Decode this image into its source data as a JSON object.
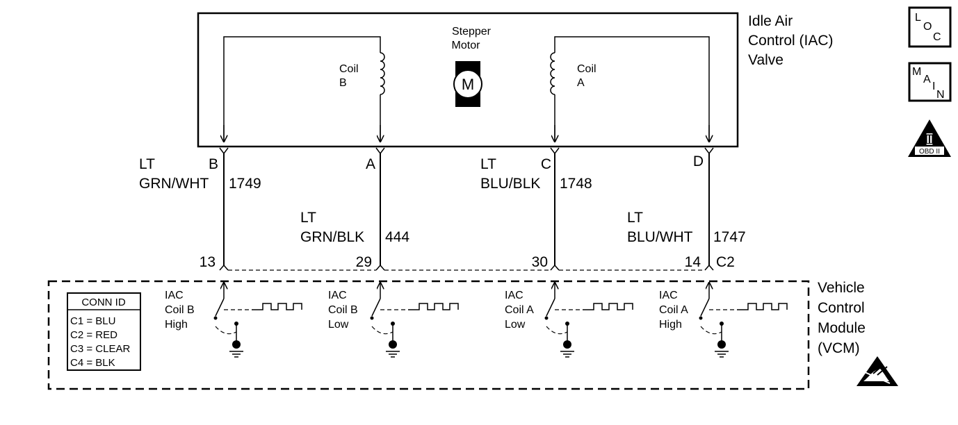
{
  "iac_valve": {
    "title_lines": [
      "Idle Air",
      "Control (IAC)",
      "Valve"
    ],
    "motor": {
      "label_lines": [
        "Stepper",
        "Motor"
      ],
      "symbol": "M"
    },
    "coil_b": [
      "Coil",
      "B"
    ],
    "coil_a": [
      "Coil",
      "A"
    ]
  },
  "icons": {
    "loc": [
      "L",
      "O",
      "C"
    ],
    "main": [
      "M",
      "A",
      "I",
      "N"
    ],
    "obd": {
      "numeral": "II",
      "label": "OBD II"
    }
  },
  "wires": [
    {
      "pin": "B",
      "color_lines": [
        "LT",
        "GRN/WHT"
      ],
      "circuit": "1749",
      "vcm_pin": "13"
    },
    {
      "pin": "A",
      "color_lines": [
        "LT",
        "GRN/BLK"
      ],
      "circuit": "444",
      "vcm_pin": "29"
    },
    {
      "pin": "C",
      "color_lines": [
        "LT",
        "BLU/BLK"
      ],
      "circuit": "1748",
      "vcm_pin": "30"
    },
    {
      "pin": "D",
      "color_lines": [
        "LT",
        "BLU/WHT"
      ],
      "circuit": "1747",
      "vcm_pin": "14"
    }
  ],
  "vcm_connector": "C2",
  "vcm": {
    "title_lines": [
      "Vehicle",
      "Control",
      "Module",
      "(VCM)"
    ],
    "drivers": [
      [
        "IAC",
        "Coil B",
        "High"
      ],
      [
        "IAC",
        "Coil B",
        "Low"
      ],
      [
        "IAC",
        "Coil A",
        "Low"
      ],
      [
        "IAC",
        "Coil A",
        "High"
      ]
    ],
    "conn_id": {
      "title": "CONN ID",
      "rows": [
        "C1 = BLU",
        "C2 = RED",
        "C3 = CLEAR",
        "C4 = BLK"
      ]
    }
  }
}
